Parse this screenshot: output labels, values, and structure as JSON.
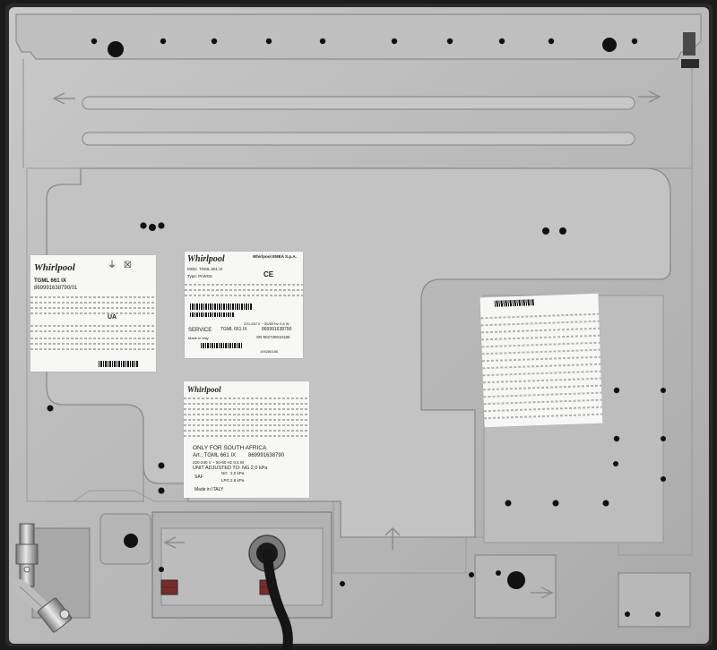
{
  "labels": {
    "left": {
      "brand": "Whirlpool",
      "model": "TGML 661 IX",
      "code": "869991638790/01",
      "ua": "UA"
    },
    "center": {
      "brand": "Whirlpool",
      "company": "Whirlpool EMEA S.p.A.",
      "mod": "MOD. TGML 661 IX",
      "type": "Type: PLWG6",
      "service": "SERVICE",
      "service_model": "TGML 661 IX",
      "service_code": "869991638790",
      "serial": "SN 902726010186",
      "madein": "Made in Italy",
      "voltage": "220-240 V ~ 50/60 Hz 0,6 W",
      "serial_num": "109280186"
    },
    "sa": {
      "brand": "Whirlpool",
      "title": "ONLY FOR SOUTH AFRICA",
      "art": "Art.: TGML 661 IX",
      "art_code": "869991638790",
      "power": "220-240 V ~ 50-60 Hz 0,6 W",
      "unit": "UNIT ADJUSTED TO: NG 2,0 kPa",
      "ng": "NG",
      "lpg": "LPG",
      "ng_p": "2,0 kPa",
      "lpg_p": "2,8 kPa",
      "saf": "SAF",
      "made": "Made in ITALY"
    }
  }
}
